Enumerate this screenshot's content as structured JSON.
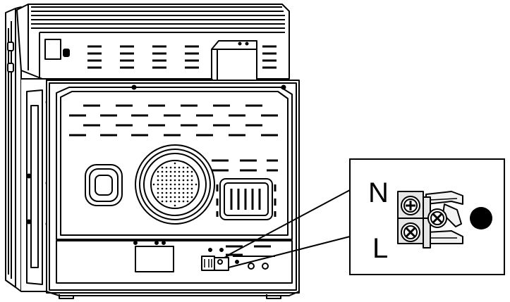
{
  "diagram": {
    "labels": {
      "neutral": "N",
      "live": "L"
    },
    "colors": {
      "line": "#000000",
      "background": "#ffffff",
      "terminal_fill": "#e6e6e6",
      "wire_fill": "#f2f2f2"
    },
    "parts": {
      "oven": "oven-back-panel",
      "fan": "convection-fan-cover",
      "terminal_block": "terminal-block"
    }
  }
}
